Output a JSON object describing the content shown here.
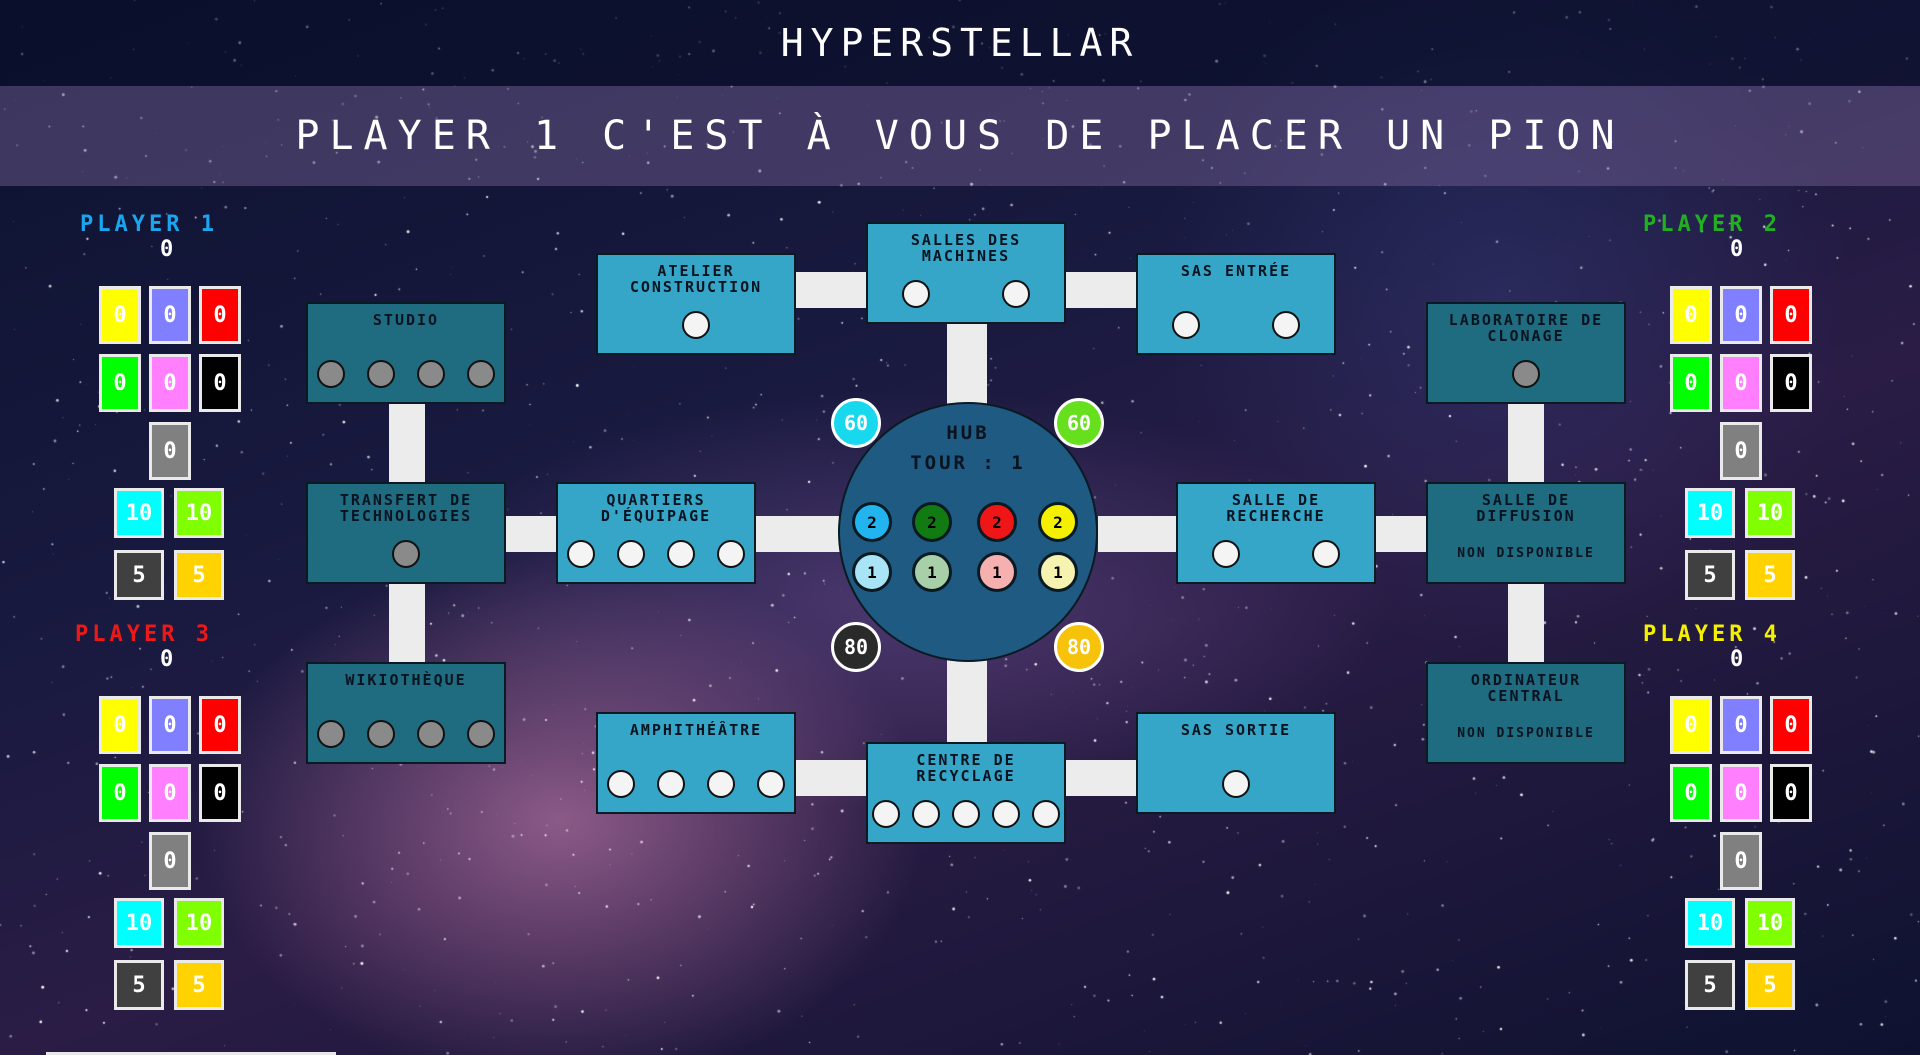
{
  "game_title": "Hyperstellar",
  "banner_message": "Player 1 c'est à vous de placer un pion",
  "hub": {
    "name": "Hub",
    "turn_label": "Tour : 1"
  },
  "hub_tokens": [
    {
      "label": "2",
      "color": "#22b4ee"
    },
    {
      "label": "2",
      "color": "#127a12"
    },
    {
      "label": "2",
      "color": "#ee1616"
    },
    {
      "label": "2",
      "color": "#f4f000"
    },
    {
      "label": "1",
      "color": "#a8e4f6"
    },
    {
      "label": "1",
      "color": "#a8d0a8"
    },
    {
      "label": "1",
      "color": "#f6b0b0"
    },
    {
      "label": "1",
      "color": "#f6f2b0"
    }
  ],
  "hub_badges": [
    {
      "label": "60",
      "color": "#18d8ee"
    },
    {
      "label": "60",
      "color": "#66e01c"
    },
    {
      "label": "80",
      "color": "#2a2a2a"
    },
    {
      "label": "80",
      "color": "#f6c20a"
    }
  ],
  "rooms": [
    {
      "name": "Atelier construction",
      "slots": 1,
      "style": "light",
      "slot_color": "white",
      "sub": ""
    },
    {
      "name": "Salles des machines",
      "slots": 2,
      "style": "light",
      "slot_color": "white",
      "sub": ""
    },
    {
      "name": "Sas entrée",
      "slots": 2,
      "style": "light",
      "slot_color": "white",
      "sub": ""
    },
    {
      "name": "Studio",
      "slots": 4,
      "style": "dark",
      "slot_color": "grey",
      "sub": ""
    },
    {
      "name": "Laboratoire de clonage",
      "slots": 1,
      "style": "dark",
      "slot_color": "grey",
      "sub": ""
    },
    {
      "name": "Transfert de technologies",
      "slots": 1,
      "style": "dark",
      "slot_color": "grey",
      "sub": ""
    },
    {
      "name": "Quartiers d'équipage",
      "slots": 4,
      "style": "light",
      "slot_color": "white",
      "sub": ""
    },
    {
      "name": "Salle de recherche",
      "slots": 2,
      "style": "light",
      "slot_color": "white",
      "sub": ""
    },
    {
      "name": "Salle de diffusion",
      "slots": 0,
      "style": "dark",
      "slot_color": "grey",
      "sub": "Non disponible"
    },
    {
      "name": "Wikiothèque",
      "slots": 4,
      "style": "dark",
      "slot_color": "grey",
      "sub": ""
    },
    {
      "name": "Ordinateur central",
      "slots": 0,
      "style": "dark",
      "slot_color": "grey",
      "sub": "Non disponible"
    },
    {
      "name": "Amphithéâtre",
      "slots": 4,
      "style": "light",
      "slot_color": "white",
      "sub": ""
    },
    {
      "name": "Centre de recyclage",
      "slots": 5,
      "style": "light",
      "slot_color": "white",
      "sub": ""
    },
    {
      "name": "Sas sortie",
      "slots": 1,
      "style": "light",
      "slot_color": "white",
      "sub": ""
    }
  ],
  "players": [
    {
      "name": "Player 1",
      "color": "#1aa6ee",
      "score": "0"
    },
    {
      "name": "Player 2",
      "color": "#22b022",
      "score": "0"
    },
    {
      "name": "Player 3",
      "color": "#ee1818",
      "score": "0"
    },
    {
      "name": "Player 4",
      "color": "#f4f000",
      "score": "0"
    }
  ],
  "resource_tiles": [
    {
      "value": "0",
      "color": "#ffff00"
    },
    {
      "value": "0",
      "color": "#7f7fff"
    },
    {
      "value": "0",
      "color": "#ff0000"
    },
    {
      "value": "0",
      "color": "#00ff00"
    },
    {
      "value": "0",
      "color": "#ff7fff"
    },
    {
      "value": "0",
      "color": "#000000"
    },
    {
      "value": "0",
      "color": "#808080"
    },
    {
      "value": "10",
      "color": "#00ffff"
    },
    {
      "value": "10",
      "color": "#7fff00"
    },
    {
      "value": "5",
      "color": "#404040"
    },
    {
      "value": "5",
      "color": "#ffd200"
    }
  ]
}
